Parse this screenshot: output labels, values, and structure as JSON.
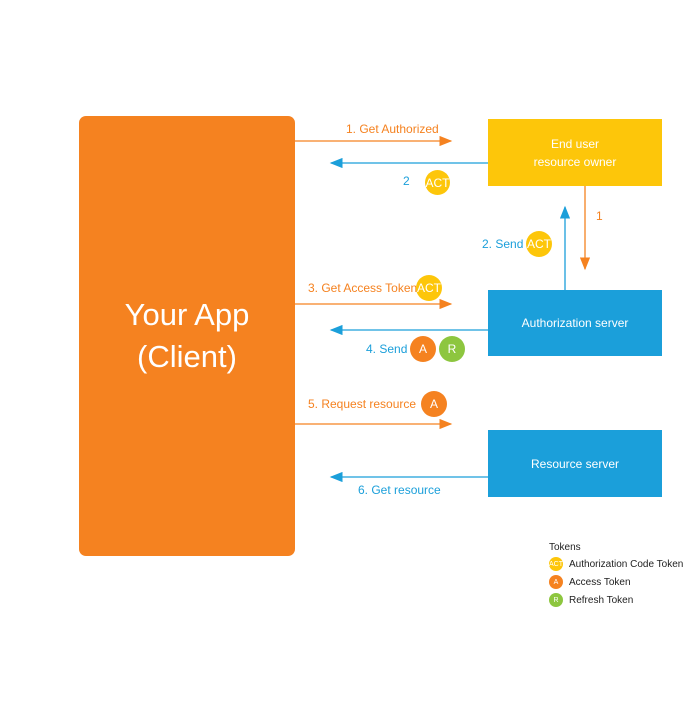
{
  "client": {
    "line1": "Your App",
    "line2": "(Client)"
  },
  "nodes": {
    "end_user": {
      "line1": "End user",
      "line2": "resource owner"
    },
    "authorization_server": {
      "label": "Authorization server"
    },
    "resource_server": {
      "label": "Resource server"
    }
  },
  "steps": {
    "s1": "1. Get Authorized",
    "s1b": "1",
    "s2": "2",
    "s2b": "2. Send",
    "s3": "3. Get Access Token",
    "s4": "4. Send",
    "s5": "5. Request resource",
    "s6": "6. Get resource"
  },
  "tokens": {
    "act": "ACT",
    "a": "A",
    "r": "R"
  },
  "legend": {
    "title": "Tokens",
    "items": [
      {
        "badge": "ACT",
        "label": "Authorization Code Token"
      },
      {
        "badge": "A",
        "label": "Access Token"
      },
      {
        "badge": "R",
        "label": "Refresh Token"
      }
    ]
  },
  "colors": {
    "orange": "#f58220",
    "blue": "#1b9fda",
    "yellow": "#fdc60a",
    "green": "#8dc63f"
  }
}
